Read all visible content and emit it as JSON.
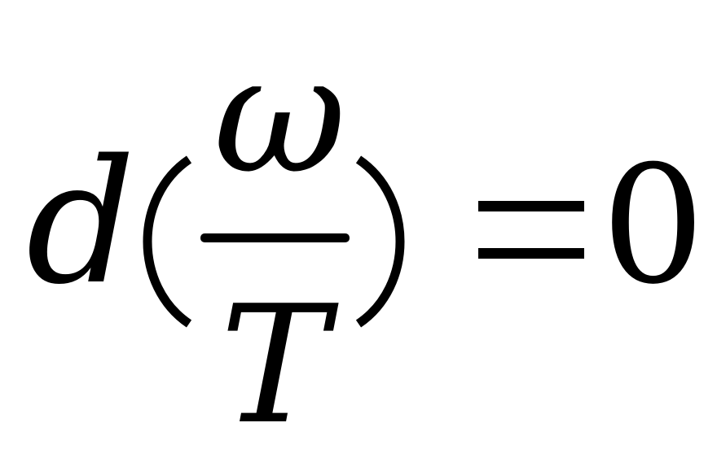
{
  "equation": {
    "differential": "d",
    "open_paren": "(",
    "numerator": "ω",
    "denominator": "T",
    "close_paren": ")",
    "equals": "=",
    "rhs": "0"
  }
}
